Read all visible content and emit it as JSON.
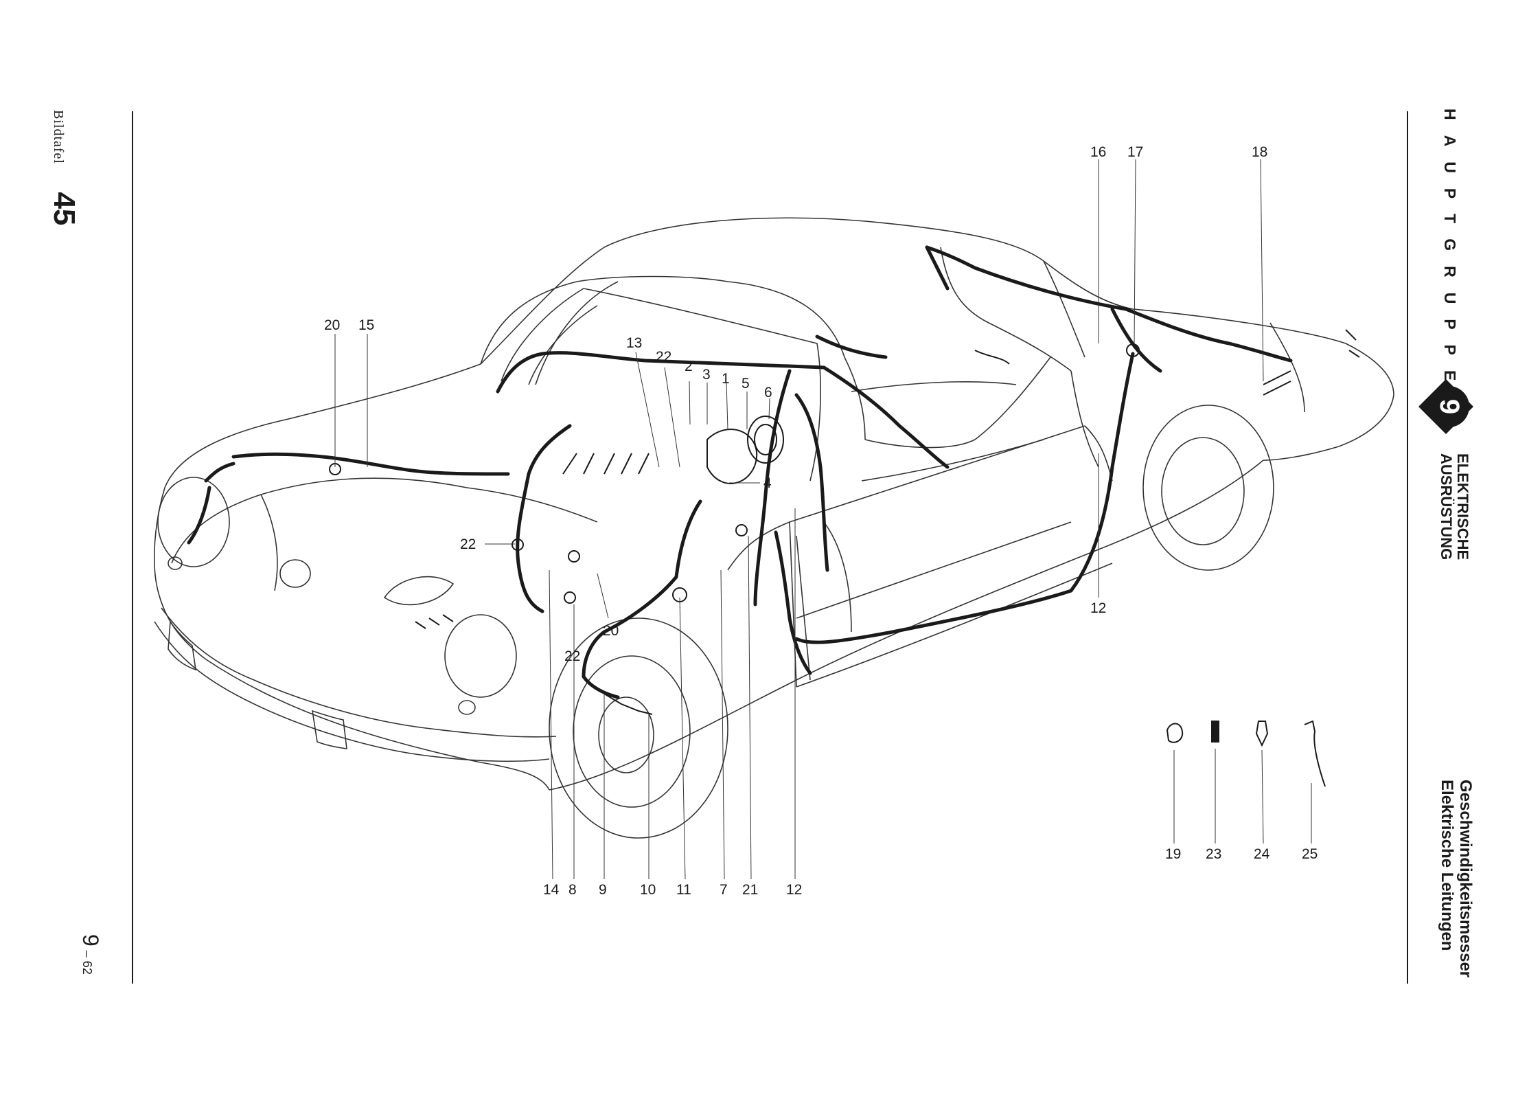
{
  "header": {
    "bildtafel_label": "Bildtafel",
    "plate_number": "45",
    "hauptgruppe": "HAUPTGRUPPE",
    "group_number": "9",
    "group_title_line1": "ELEKTRISCHE",
    "group_title_line2": "AUSRÜSTUNG",
    "plate_title_line1": "Geschwindigkeitsmesser",
    "plate_title_line2": "Elektrische Leitungen"
  },
  "footer": {
    "page_main": "9",
    "page_sub": "– 62"
  },
  "callouts": {
    "c20a": "20",
    "c15": "15",
    "c13": "13",
    "c22a": "22",
    "c2": "2",
    "c3": "3",
    "c1": "1",
    "c5": "5",
    "c6": "6",
    "c4": "4",
    "c22b": "22",
    "c20b": "20",
    "c22c": "22",
    "c16": "16",
    "c17": "17",
    "c18": "18",
    "c12a": "12",
    "c14": "14",
    "c8": "8",
    "c9": "9",
    "c10": "10",
    "c11": "11",
    "c7": "7",
    "c21": "21",
    "c12b": "12",
    "c19": "19",
    "c23": "23",
    "c24": "24",
    "c25": "25"
  },
  "colors": {
    "ink": "#1a1a1a",
    "paper": "#ffffff"
  }
}
